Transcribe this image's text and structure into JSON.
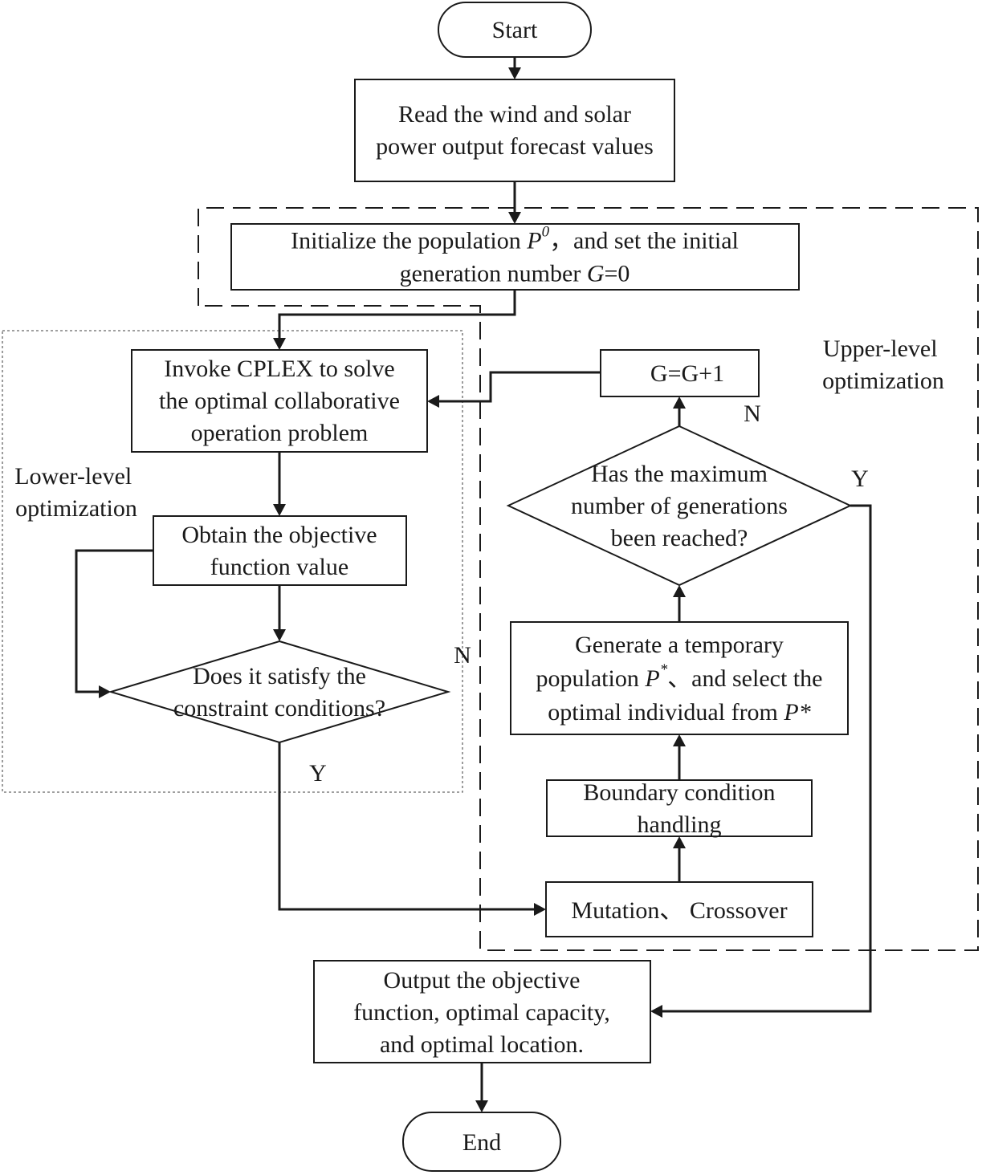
{
  "flowchart": {
    "nodes": {
      "start": {
        "lines": [
          [
            {
              "t": "Start"
            }
          ]
        ]
      },
      "read_forecast": {
        "lines": [
          [
            {
              "t": "Read the wind and solar"
            }
          ],
          [
            {
              "t": "power output forecast values"
            }
          ]
        ]
      },
      "initialize": {
        "lines": [
          [
            {
              "t": "Initialize the population "
            },
            {
              "t": "P",
              "style": "italic"
            },
            {
              "t": "0",
              "style": "sup"
            },
            {
              "t": "，and set the initial"
            }
          ],
          [
            {
              "t": "generation number "
            },
            {
              "t": "G",
              "style": "italic"
            },
            {
              "t": "=0"
            }
          ]
        ]
      },
      "invoke_cplex": {
        "lines": [
          [
            {
              "t": "Invoke CPLEX to solve"
            }
          ],
          [
            {
              "t": "the optimal collaborative"
            }
          ],
          [
            {
              "t": "operation problem"
            }
          ]
        ]
      },
      "obtain_objective": {
        "lines": [
          [
            {
              "t": "Obtain the objective"
            }
          ],
          [
            {
              "t": "function value"
            }
          ]
        ]
      },
      "constraint_check": {
        "lines": [
          [
            {
              "t": "Does it satisfy the"
            }
          ],
          [
            {
              "t": "constraint conditions?"
            }
          ]
        ]
      },
      "generation_increment": {
        "lines": [
          [
            {
              "t": "G=G+1"
            }
          ]
        ]
      },
      "max_generation_check": {
        "lines": [
          [
            {
              "t": "Has the maximum"
            }
          ],
          [
            {
              "t": "number of generations"
            }
          ],
          [
            {
              "t": "been reached?"
            }
          ]
        ]
      },
      "temporary_population": {
        "lines": [
          [
            {
              "t": "Generate a temporary"
            }
          ],
          [
            {
              "t": "population "
            },
            {
              "t": "P",
              "style": "italic"
            },
            {
              "t": "*",
              "style": "sup"
            },
            {
              "t": "、and select the"
            }
          ],
          [
            {
              "t": "optimal individual from "
            },
            {
              "t": "P*",
              "style": "italic"
            }
          ]
        ]
      },
      "boundary_handling": {
        "lines": [
          [
            {
              "t": "Boundary condition"
            }
          ],
          [
            {
              "t": "handling"
            }
          ]
        ]
      },
      "mutation_crossover": {
        "lines": [
          [
            {
              "t": "Mutation、 Crossover"
            }
          ]
        ]
      },
      "output": {
        "lines": [
          [
            {
              "t": "Output the objective"
            }
          ],
          [
            {
              "t": "function, optimal capacity,"
            }
          ],
          [
            {
              "t": "and optimal location."
            }
          ]
        ]
      },
      "end": {
        "lines": [
          [
            {
              "t": "End"
            }
          ]
        ]
      }
    },
    "regions": {
      "upper": {
        "lines": [
          "Upper-level",
          "optimization"
        ]
      },
      "lower": {
        "lines": [
          "Lower-level",
          "optimization"
        ]
      }
    },
    "branch_labels": {
      "constraint_no": "N",
      "constraint_yes": "Y",
      "max_gen_no": "N",
      "max_gen_yes": "Y"
    }
  }
}
